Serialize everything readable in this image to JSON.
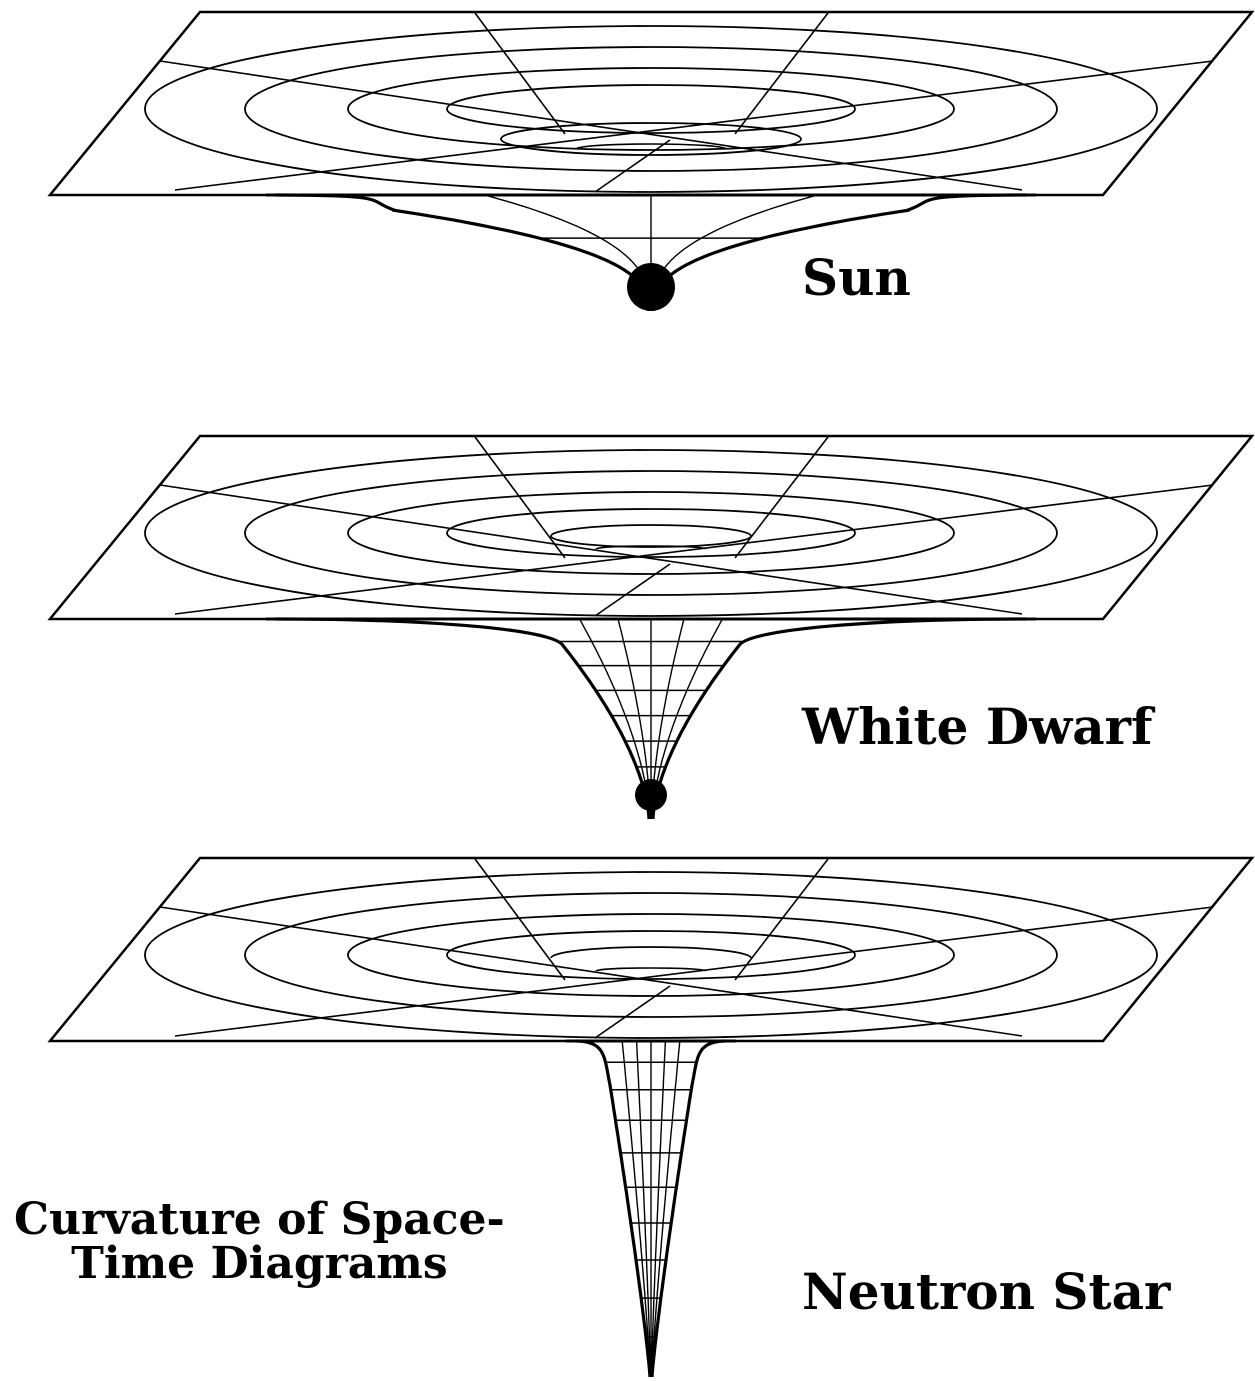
{
  "figure": {
    "caption_line1": "Curvature of Space-",
    "caption_line2": "Time Diagrams",
    "panels": [
      {
        "label": "Sun",
        "has_mass_dot": true
      },
      {
        "label": "White Dwarf",
        "has_mass_dot": true
      },
      {
        "label": "Neutron Star",
        "has_mass_dot": false
      }
    ]
  },
  "colors": {
    "line": "#000000",
    "background": "#ffffff"
  }
}
